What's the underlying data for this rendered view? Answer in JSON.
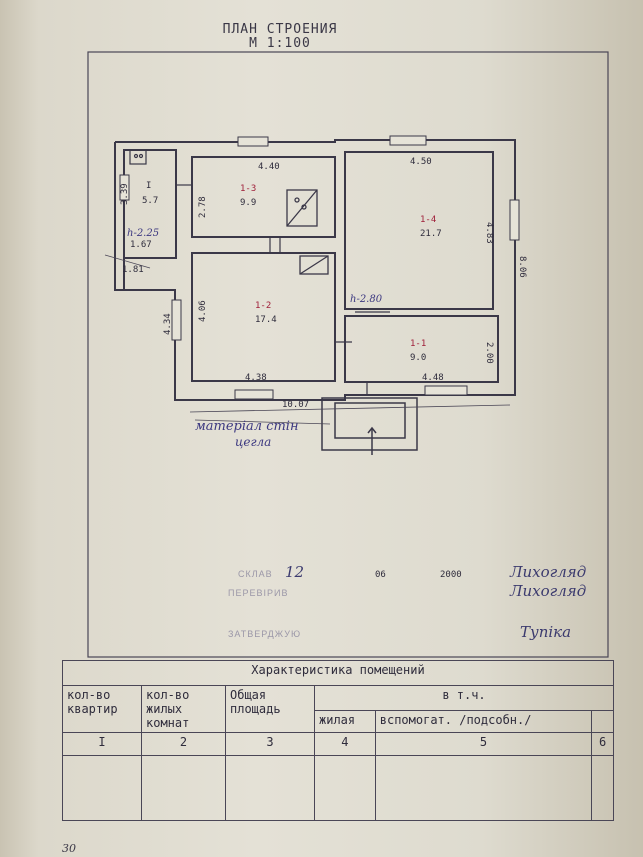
{
  "header": {
    "title": "ПЛАН СТРОЕНИЯ",
    "scale": "М 1:100"
  },
  "rooms": [
    {
      "id": "I",
      "area": "5.7"
    },
    {
      "id": "1-3",
      "area": "9.9"
    },
    {
      "id": "1-4",
      "area": "21.7"
    },
    {
      "id": "1-2",
      "area": "17.4"
    },
    {
      "id": "1-1",
      "area": "9.0"
    }
  ],
  "dims": {
    "d339": "3.39",
    "d278": "2.78",
    "d440": "4.40",
    "d450": "4.50",
    "d483": "4.83",
    "d806": "8.06",
    "d167": "1.67",
    "d181": "1.81",
    "d434": "4.34",
    "d406": "4.06",
    "d438": "4.38",
    "d448": "4.48",
    "d200": "2.00",
    "d1007": "10.07"
  },
  "heights": {
    "h1": "h-2.25",
    "h2": "h-2.80"
  },
  "material": {
    "line1": "матеріал стін",
    "line2": "цегла"
  },
  "stamps": {
    "made_label": "СКЛАВ",
    "day": "12",
    "month": "06",
    "year": "2000",
    "made_sig": "Лихогляд",
    "checked_label": "ПЕРЕВІРИВ",
    "checked_sig": "Лихогляд",
    "approved_label": "ЗАТВЕРДЖУЮ",
    "approved_sig": "Тупіка"
  },
  "table": {
    "title": "Характеристика помещений",
    "cols": {
      "c1": "кол-во квартир",
      "c2": "кол-во жилых комнат",
      "c3": "Общая площадь",
      "c4": "в т.ч.",
      "c4a": "жилая",
      "c4b": "вспомогат. /подсобн./"
    },
    "nums": [
      "I",
      "2",
      "3",
      "4",
      "5",
      "6"
    ]
  },
  "corner": "30"
}
